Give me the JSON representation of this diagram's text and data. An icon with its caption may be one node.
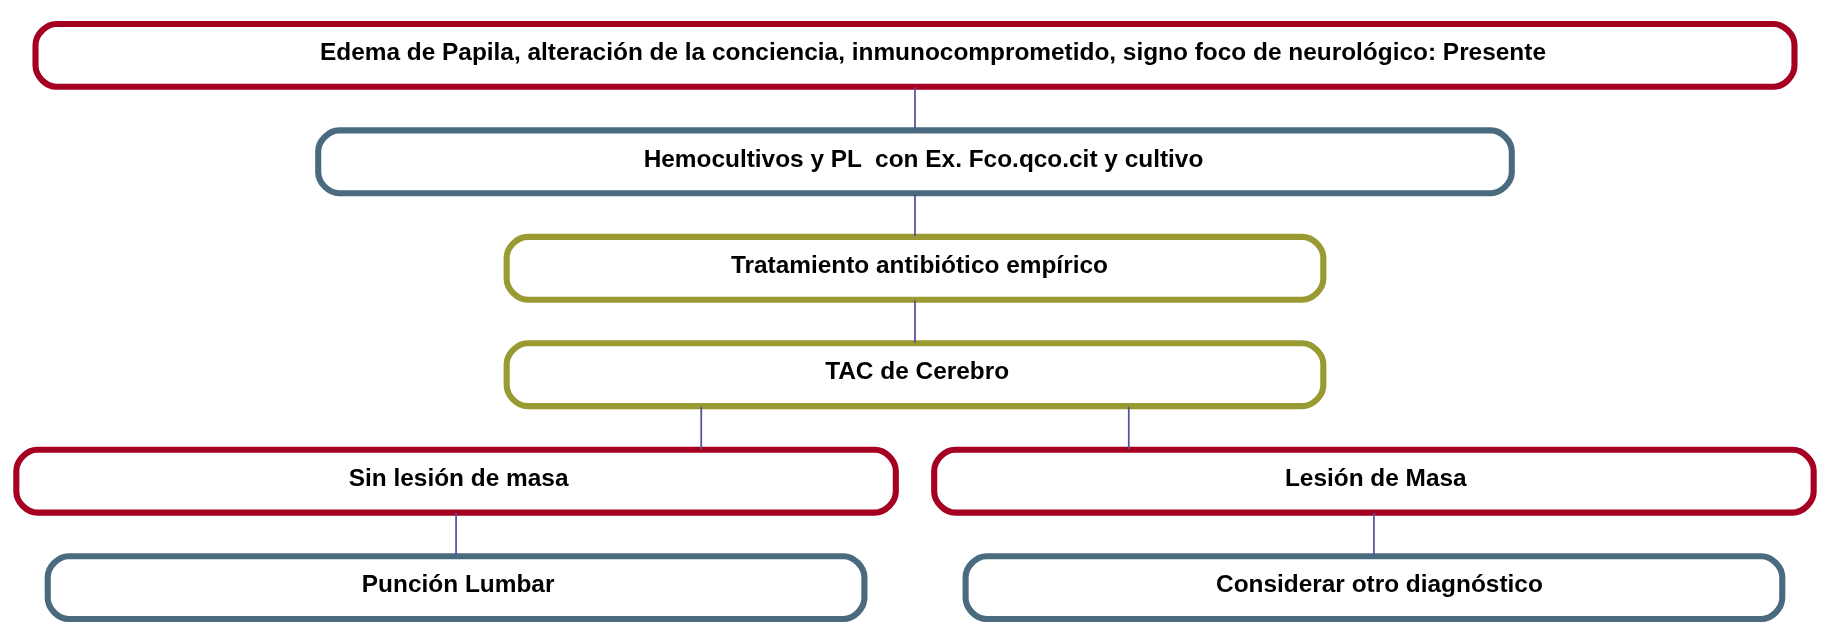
{
  "diagram": {
    "nodes": [
      {
        "text": [
          "Edema de Papila, alteración de la conciencia, inmunocomprometido, signo foco de neurológico: Presente"
        ]
      },
      {
        "text": [
          "Hemocultivos y PL  con Ex. Fco.qco.cit y cultivo"
        ]
      },
      {
        "text": [
          "Tratamiento antibiótico empírico"
        ]
      },
      {
        "text": [
          "TAC de Cerebro"
        ]
      },
      {
        "text": [
          "Sin lesión de masa"
        ]
      },
      {
        "text": [
          "Punción Lumbar"
        ]
      },
      {
        "text": [
          "Lesión de Masa"
        ]
      },
      {
        "text": [
          "Considerar otro diagnóstico"
        ]
      }
    ],
    "edges": [
      {
        "from": 0,
        "to": 1,
        "arrow": "none"
      },
      {
        "from": 1,
        "to": 2,
        "arrow": "none"
      },
      {
        "from": 2,
        "to": 3,
        "arrow": "none"
      },
      {
        "from": 3,
        "to": 4,
        "arrow": "none"
      },
      {
        "from": 4,
        "to": 5,
        "arrow": "none"
      },
      {
        "from": 3,
        "to": 6,
        "arrow": "none"
      },
      {
        "from": 6,
        "to": 7,
        "arrow": "none"
      }
    ]
  }
}
